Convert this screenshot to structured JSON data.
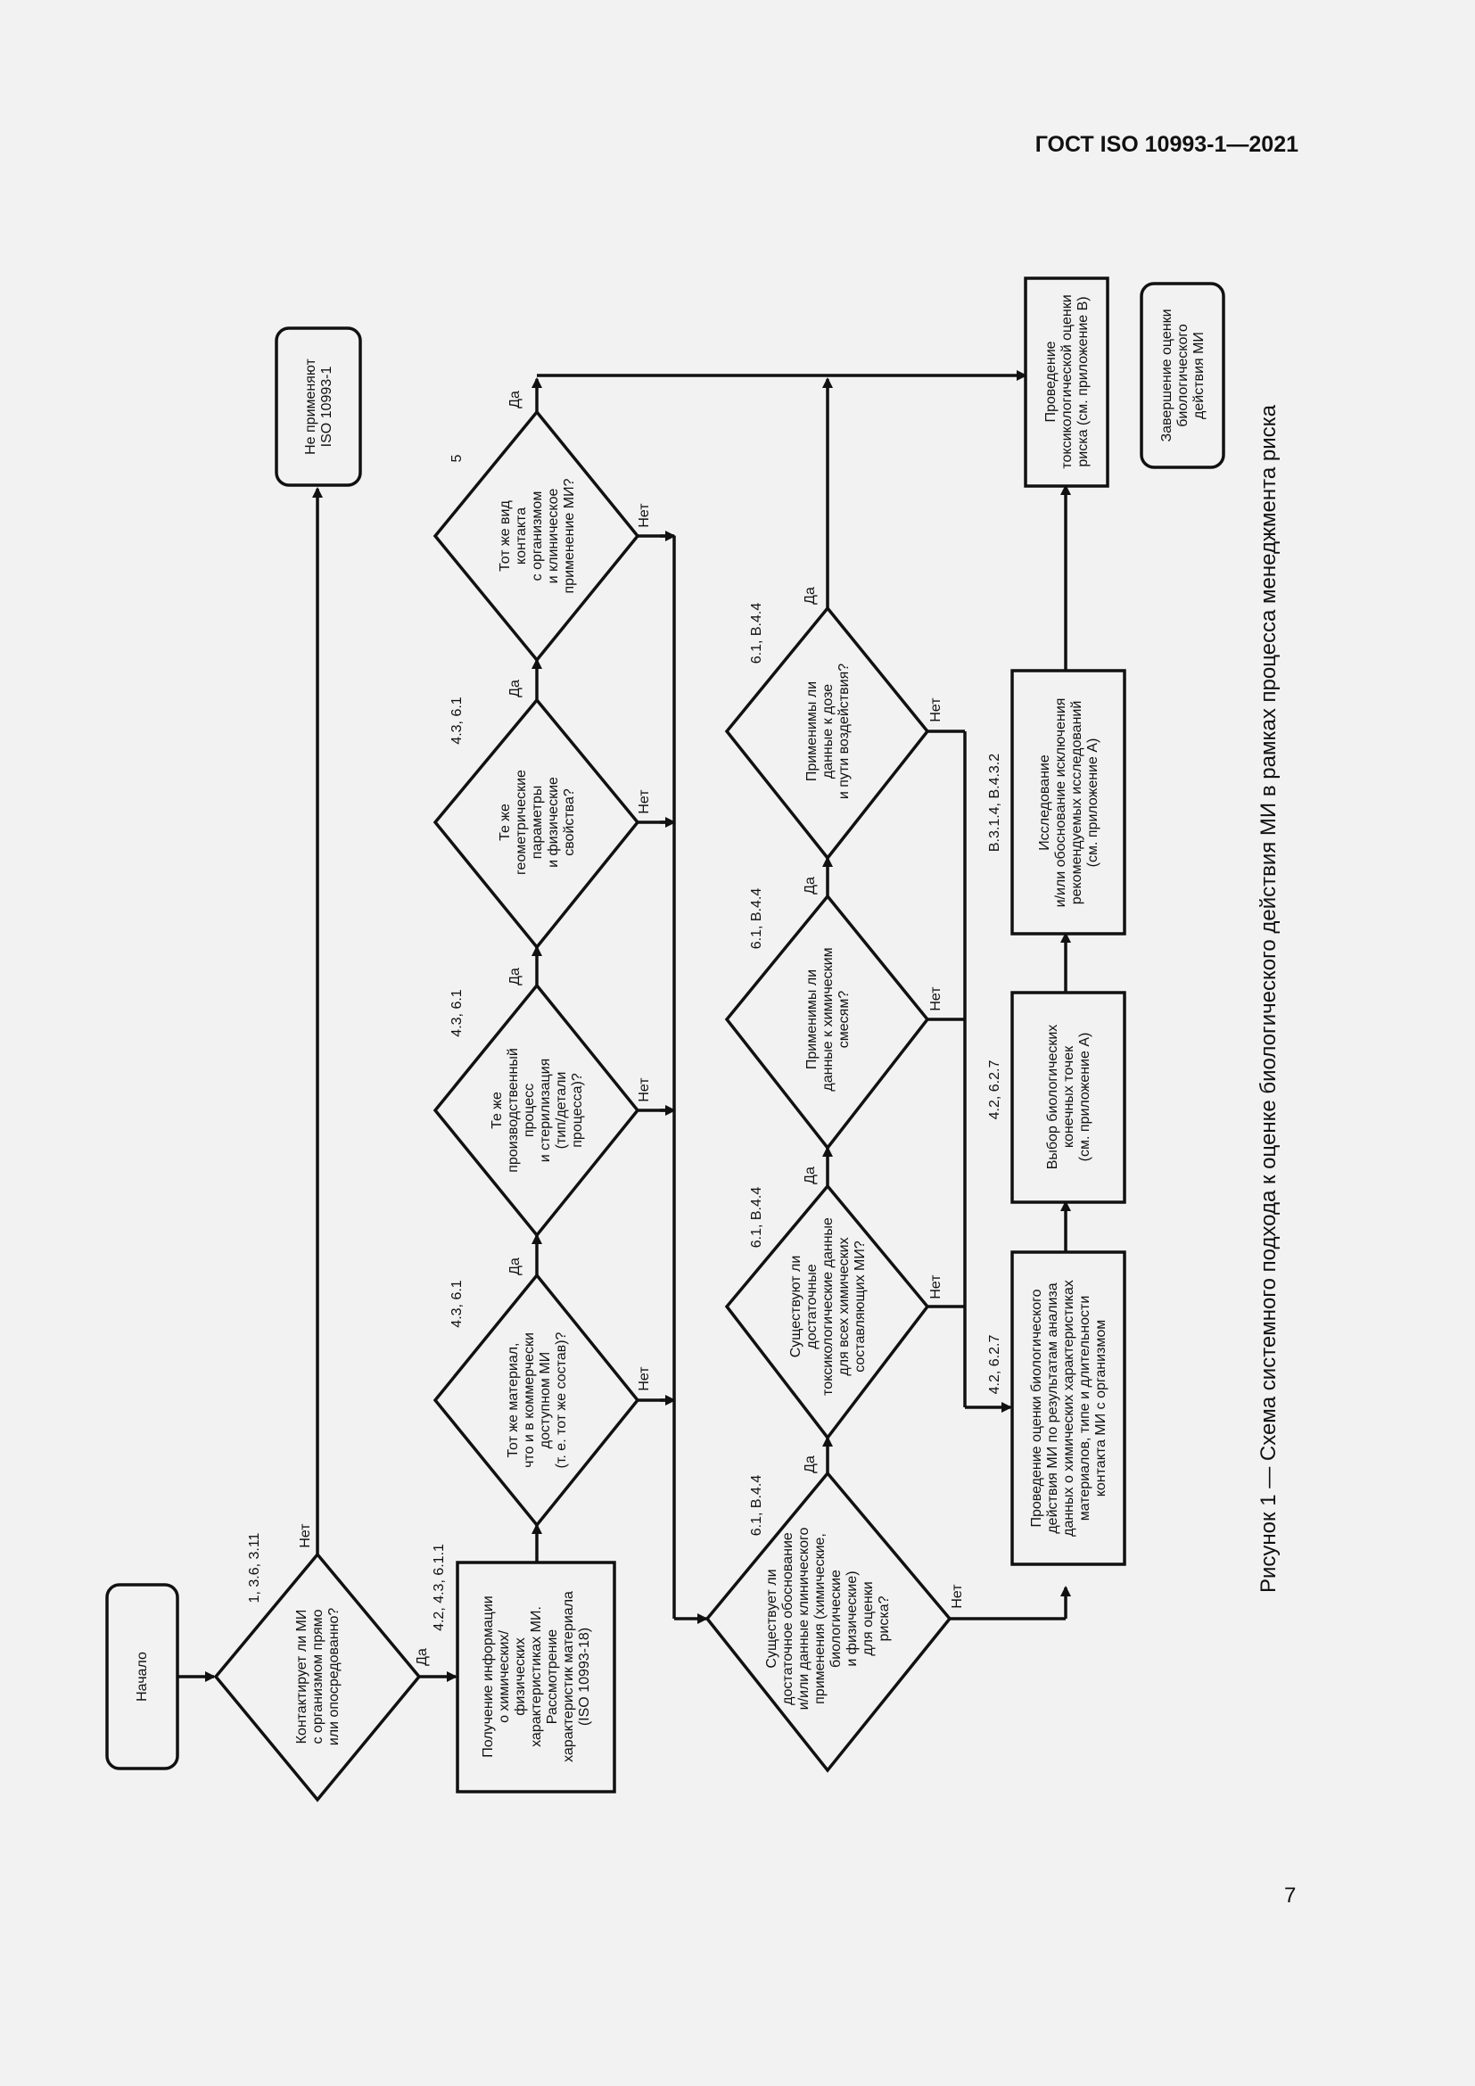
{
  "header": "ГОСТ ISO 10993-1—2021",
  "page_number": "7",
  "caption": "Рисунок 1 — Схема системного подхода к оценке биологического действия МИ в рамках процесса менеджмента риска",
  "labels": {
    "yes": "Да",
    "no": "Нет"
  },
  "nodes": {
    "start": [
      "Начало"
    ],
    "not_applicable": [
      "Не применяют",
      "ISO 10993-1"
    ],
    "q_contact": [
      "Контактирует ли МИ",
      "с организмом прямо",
      "или опосредованно?"
    ],
    "get_info": [
      "Получение информации",
      "о химических/",
      "физических",
      "характеристиках МИ.",
      "Рассмотрение",
      "характеристик материала",
      "(ISO 10993-18)"
    ],
    "q_material": [
      "Тот же материал,",
      "что и в коммерчески",
      "доступном МИ",
      "(т. е. тот же состав)?"
    ],
    "q_process": [
      "Те же",
      "производственный",
      "процесс",
      "и стерилизация",
      "(тип/детали",
      "процесса)?"
    ],
    "q_geometry": [
      "Те же",
      "геометрические",
      "параметры",
      "и физические",
      "свойства?"
    ],
    "q_contact_type": [
      "Тот же вид",
      "контакта",
      "с организмом",
      "и клиническое",
      "применение МИ?"
    ],
    "q_justification": [
      "Существует ли",
      "достаточное обоснование",
      "и/или данные клинического",
      "применения (химические,",
      "биологические",
      "и физические)",
      "для оценки",
      "риска?"
    ],
    "q_tox_data": [
      "Существуют ли",
      "достаточные",
      "токсикологические данные",
      "для всех химических",
      "составляющих МИ?"
    ],
    "q_mixtures": [
      "Применимы ли",
      "данные к химическим",
      "смесям?"
    ],
    "q_dose": [
      "Применимы ли",
      "данные к дозе",
      "и пути воздействия?"
    ],
    "bio_eval": [
      "Проведение оценки биологического",
      "действия МИ по результатам анализа",
      "данных о химических характеристиках",
      "материалов, типе и длительности",
      "контакта МИ с организмом"
    ],
    "endpoints": [
      "Выбор биологических",
      "конечных точек",
      "(см. приложение А)"
    ],
    "testing": [
      "Исследование",
      "и/или обоснование исключения",
      "рекомендуемых исследований",
      "(см. приложение А)"
    ],
    "tox_eval": [
      "Проведение",
      "токсикологической оценки",
      "риска (см. приложение В)"
    ],
    "finish": [
      "Завершение оценки",
      "биологического",
      "действия МИ"
    ]
  },
  "references": {
    "q_contact": "1, 3.6, 3.11",
    "get_info": "4.2, 4.3, 6.1.1",
    "q_material": "4.3, 6.1",
    "q_process": "4.3, 6.1",
    "q_geometry": "4.3, 6.1",
    "q_contact_type": "5",
    "q_justification": "6.1, B.4.4",
    "q_tox_data": "6.1, B.4.4",
    "q_mixtures": "6.1, B.4.4",
    "q_dose": "6.1, B.4.4",
    "bio_eval": "4.2, 6.2.7",
    "endpoints": "4.2, 6.2.7",
    "testing": "B.3.1.4, B.4.3.2"
  }
}
